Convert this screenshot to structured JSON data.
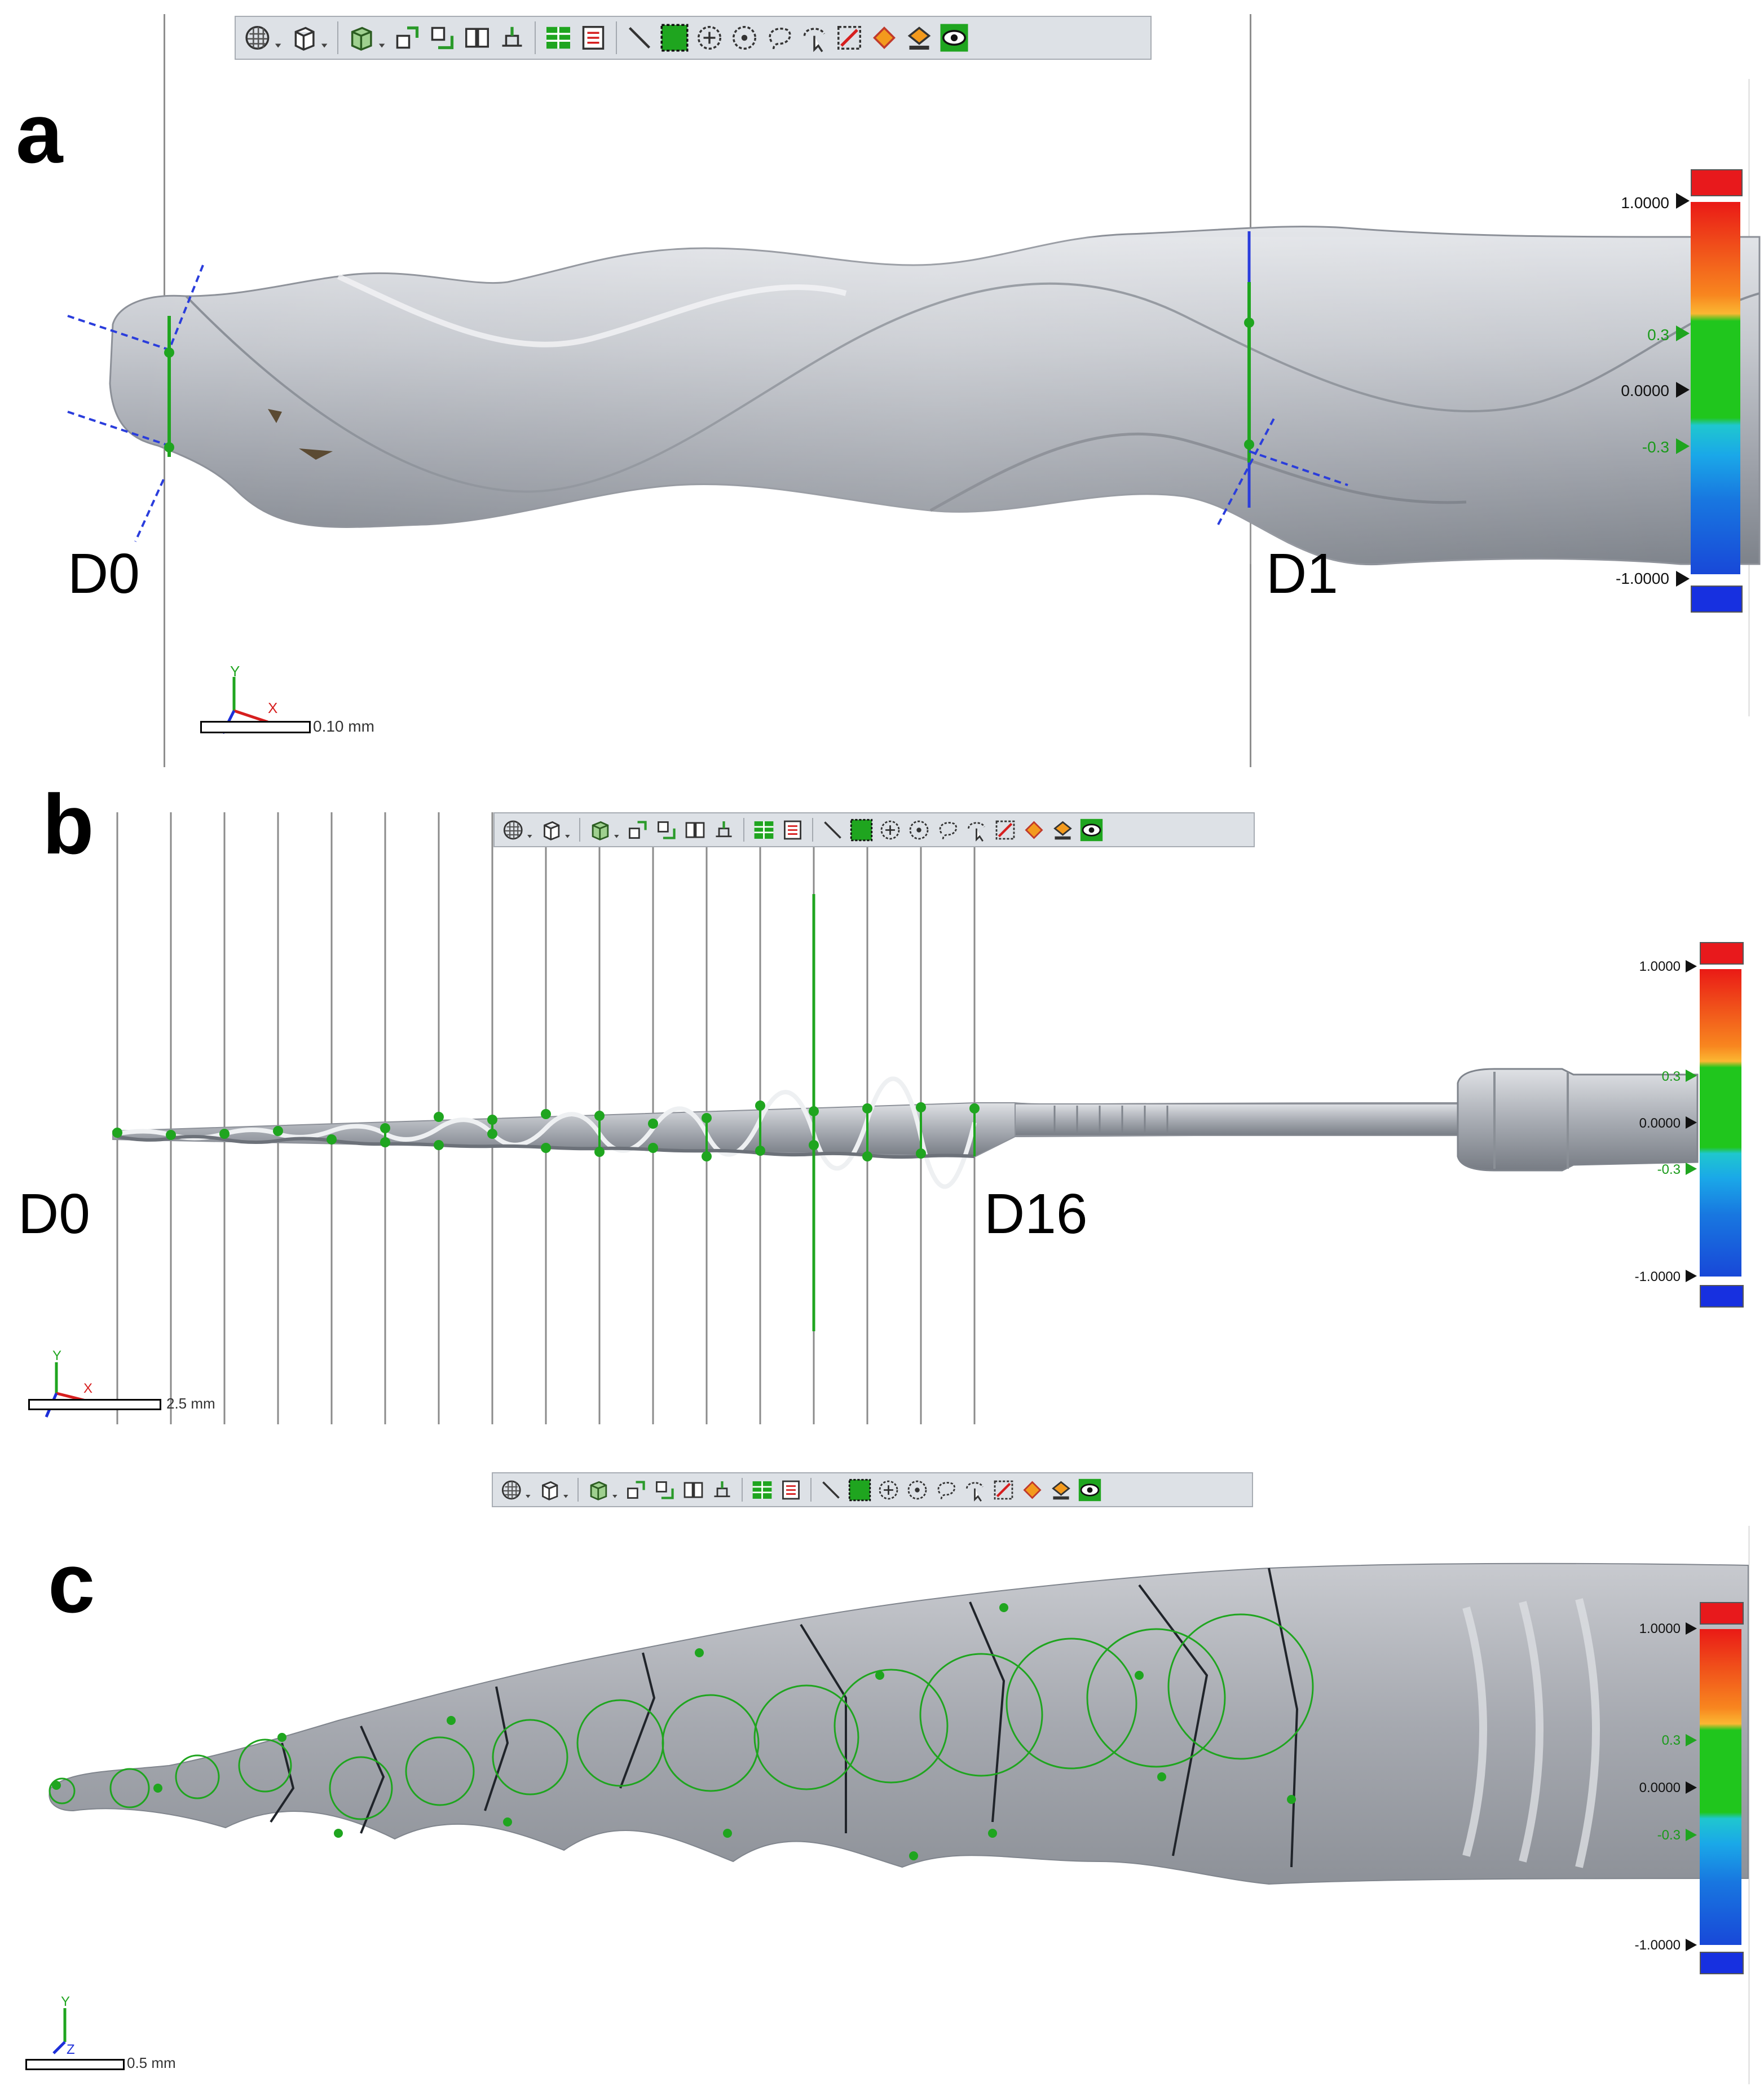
{
  "panels": {
    "a": {
      "letter": "a",
      "left_label": "D0",
      "right_label": "D1",
      "scale_text": "0.10 mm",
      "legend": {
        "max": "1.0000",
        "upper_tol": "0.3",
        "zero": "0.0000",
        "lower_tol": "-0.3",
        "min": "-1.0000"
      },
      "axis": {
        "y": "Y",
        "x": "X"
      }
    },
    "b": {
      "letter": "b",
      "left_label": "D0",
      "right_label": "D16",
      "scale_text": "2.5 mm",
      "legend": {
        "max": "1.0000",
        "upper_tol": "0.3",
        "zero": "0.0000",
        "lower_tol": "-0.3",
        "min": "-1.0000"
      },
      "axis": {
        "y": "Y",
        "x": "X"
      },
      "measurement_planes": 17
    },
    "c": {
      "letter": "c",
      "scale_text": "0.5 mm",
      "legend": {
        "max": "1.0000",
        "upper_tol": "0.3",
        "zero": "0.0000",
        "lower_tol": "-0.3",
        "min": "-1.0000"
      },
      "axis": {
        "y": "Y",
        "z": "Z"
      }
    }
  },
  "toolbar_icons": [
    "mesh-display-icon",
    "view-cube-icon",
    "section-view-icon",
    "align-top-icon",
    "align-bottom-icon",
    "split-view-icon",
    "measure-tool-icon",
    "layout-grid-icon",
    "layout-list-icon",
    "line-tool-icon",
    "select-rect-icon",
    "circle-center-icon",
    "circle-target-icon",
    "lasso-icon",
    "pointer-select-icon",
    "deviation-icon",
    "color-fill-icon",
    "color-map-icon",
    "visibility-icon"
  ],
  "colors": {
    "model_gray": "#b4b7be",
    "green_marker": "#1fa51f",
    "legend_red": "#e8191c",
    "legend_blue": "#1730e0",
    "legend_green": "#19c819"
  }
}
